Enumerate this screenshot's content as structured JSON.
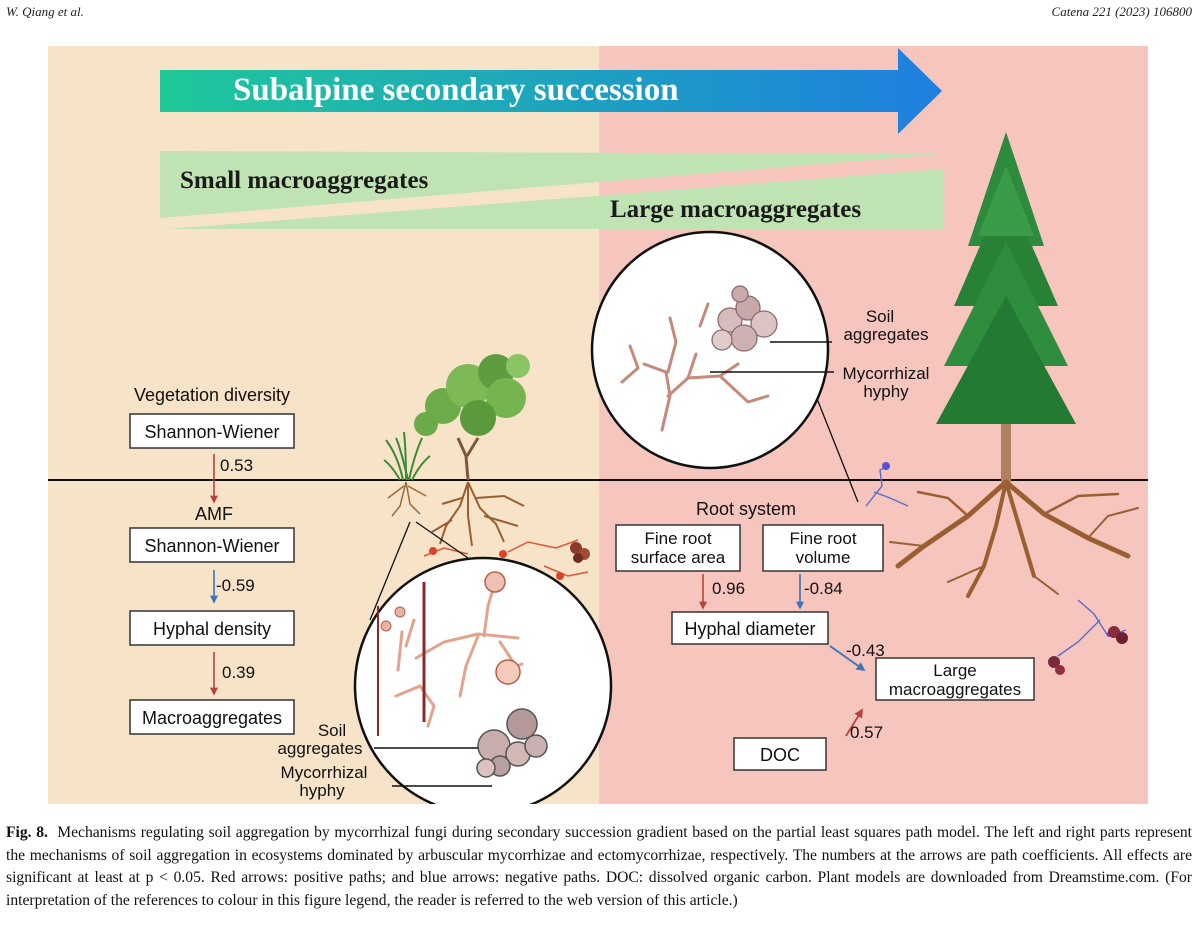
{
  "header": {
    "left": "W. Qiang et al.",
    "right": "Catena 221 (2023) 106800"
  },
  "banner": {
    "title": "Subalpine secondary succession",
    "small": "Small macroaggregates",
    "large": "Large macroaggregates"
  },
  "left_model": {
    "group_label": "Vegetation diversity",
    "box1": "Shannon-Wiener",
    "coef1": "0.53",
    "group2_label": "AMF",
    "box2": "Shannon-Wiener",
    "coef2": "-0.59",
    "box3": "Hyphal density",
    "coef3": "0.39",
    "box4": "Macroaggregates"
  },
  "left_inset": {
    "label_soil_1": "Soil",
    "label_soil_2": "aggregates",
    "label_hyphy_1": "Mycorrhizal",
    "label_hyphy_2": "hyphy"
  },
  "right_inset": {
    "label_soil_1": "Soil",
    "label_soil_2": "aggregates",
    "label_hyphy_1": "Mycorrhizal",
    "label_hyphy_2": "hyphy"
  },
  "right_model": {
    "group_label": "Root system",
    "box_fra_1": "Fine root",
    "box_fra_2": "surface area",
    "box_frv_1": "Fine root",
    "box_frv_2": "volume",
    "coef_fra": "0.96",
    "coef_frv": "-0.84",
    "box_hd": "Hyphal diameter",
    "coef_hd": "-0.43",
    "box_lm_1": "Large",
    "box_lm_2": "macroaggregates",
    "box_doc": "DOC",
    "coef_doc": "0.57"
  },
  "colors": {
    "left_bg": "#f7e3c8",
    "right_bg": "#f6c5bd",
    "positive_arrow": "#b5433a",
    "negative_arrow": "#3b74b8",
    "banner_start": "#1fc89a",
    "banner_end": "#1e7fe0",
    "wedge": "#bfe3b3"
  },
  "caption": {
    "label": "Fig. 8.",
    "text": "Mechanisms regulating soil aggregation by mycorrhizal fungi during secondary succession gradient based on the partial least squares path model. The left and right parts represent the mechanisms of soil aggregation in ecosystems dominated by arbuscular mycorrhizae and ectomycorrhizae, respectively. The numbers at the arrows are path coefficients. All effects are significant at least at p < 0.05. Red arrows: positive paths; and blue arrows: negative paths. DOC: dissolved organic carbon. Plant models are downloaded from Dreamstime.com. (For interpretation of the references to colour in this figure legend, the reader is referred to the web version of this article.)"
  }
}
